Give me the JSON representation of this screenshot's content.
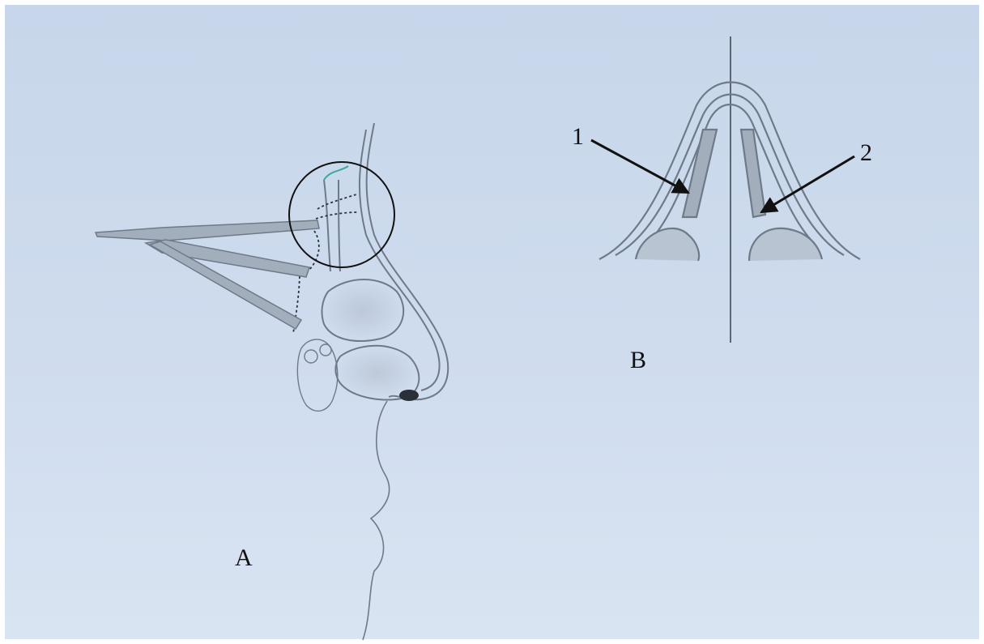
{
  "labels": {
    "panel_a": "A",
    "panel_b": "B",
    "arrow_1": "1",
    "arrow_2": "2"
  },
  "colors": {
    "background": "#cbd9ec",
    "line": "#6f7a88",
    "dark": "#111111"
  }
}
